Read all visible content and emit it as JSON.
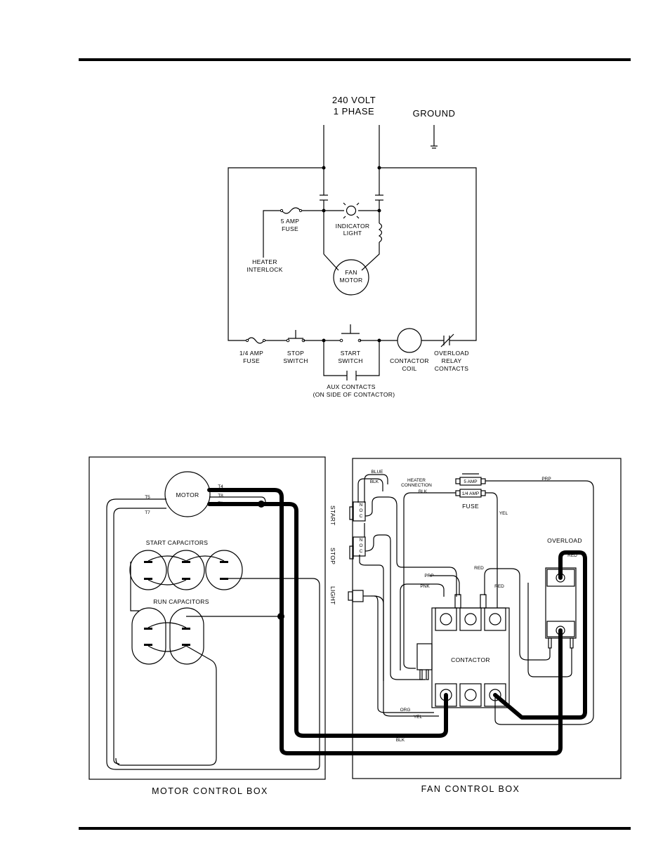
{
  "schematic": {
    "supply_line1": "240 VOLT",
    "supply_line2": "1 PHASE",
    "ground": "GROUND",
    "fuse5_line1": "5 AMP",
    "fuse5_line2": "FUSE",
    "indicator_line1": "INDICATOR",
    "indicator_line2": "LIGHT",
    "heater_line1": "HEATER",
    "heater_line2": "INTERLOCK",
    "fan_line1": "FAN",
    "fan_line2": "MOTOR",
    "fuse14_line1": "1/4 AMP",
    "fuse14_line2": "FUSE",
    "stop_line1": "STOP",
    "stop_line2": "SWITCH",
    "start_line1": "START",
    "start_line2": "SWITCH",
    "coil_line1": "CONTACTOR",
    "coil_line2": "COIL",
    "overload_line1": "OVERLOAD",
    "overload_line2": "RELAY",
    "overload_line3": "CONTACTS",
    "aux_line1": "AUX CONTACTS",
    "aux_line2": "(ON SIDE OF CONTACTOR)"
  },
  "motor_box": {
    "title": "MOTOR CONTROL BOX",
    "motor": "MOTOR",
    "t4": "T4",
    "t8": "T8",
    "t1": "T1",
    "t5": "T5",
    "t7": "T7",
    "start_caps": "START CAPACITORS",
    "run_caps": "RUN CAPACITORS"
  },
  "fan_box": {
    "title": "FAN CONTROL BOX",
    "blue": "BLUE",
    "blk_top": "BLK",
    "heater_line1": "HEATER",
    "heater_line2": "CONNECTION",
    "blk_heater": "BLK",
    "fuse_5": "5 AMP",
    "fuse_14": "1/4 AMP",
    "fuse": "FUSE",
    "prp_top": "PRP",
    "yel_mid": "YEL",
    "start": "START",
    "stop": "STOP",
    "light": "LIGHT",
    "overload": "OVERLOAD",
    "red_ol": "RED",
    "prp": "PRP",
    "red_top": "RED",
    "pnk": "PNK",
    "red_c": "RED",
    "contactor": "CONTACTOR",
    "org": "ORG",
    "yel": "YEL",
    "blk_bottom": "BLK",
    "switch_n1": "N",
    "switch_o1": "O",
    "switch_c1": "C",
    "switch_n2": "N",
    "switch_o2": "O",
    "switch_c2": "C"
  }
}
